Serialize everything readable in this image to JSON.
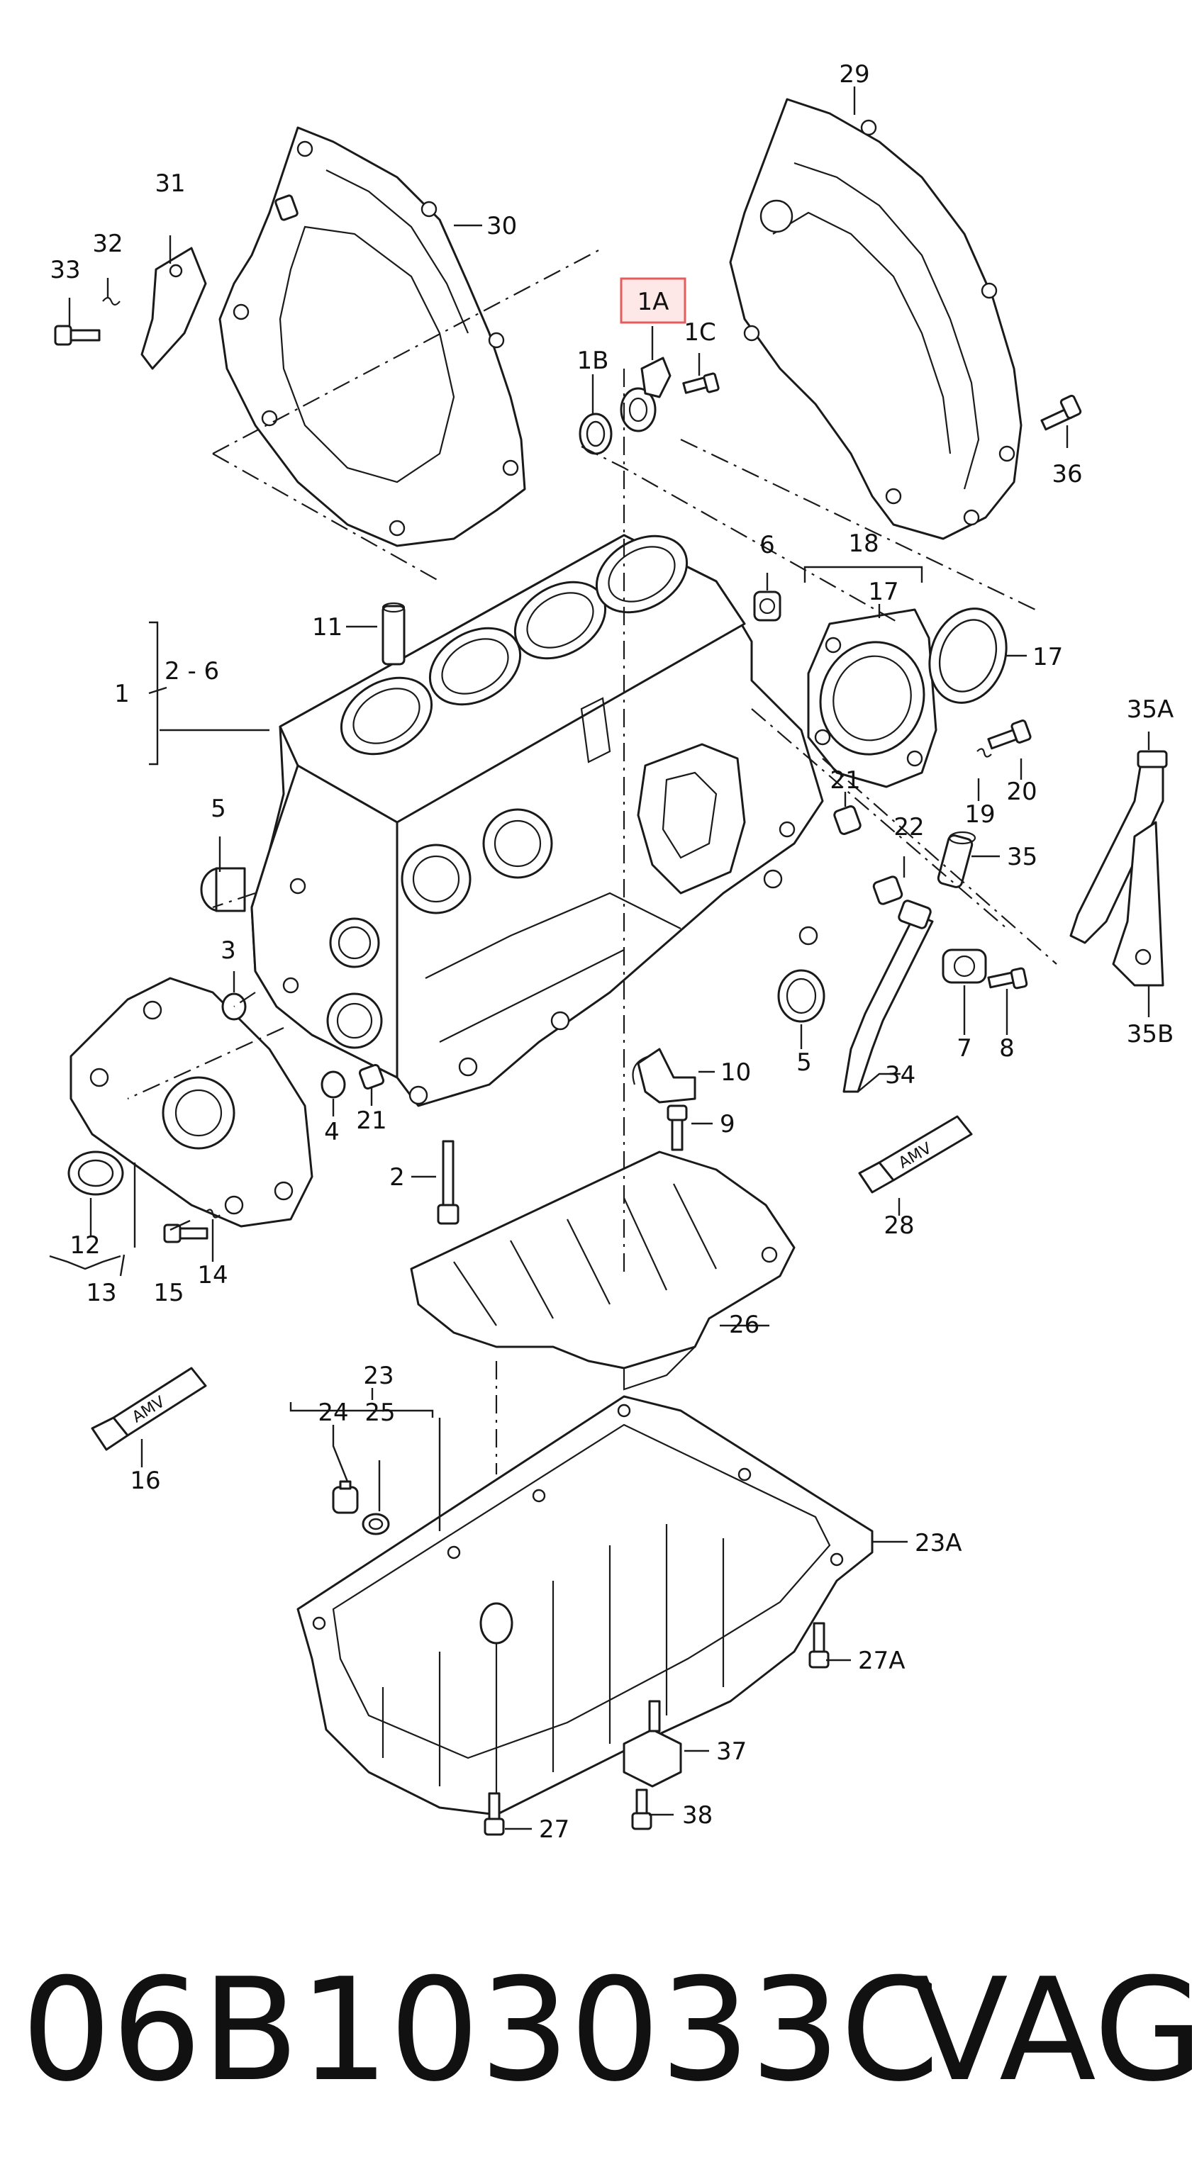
{
  "labels": {
    "l1": "1",
    "l1A": "1A",
    "l1B": "1B",
    "l1C": "1C",
    "l2_6": "2 - 6",
    "l2": "2",
    "l3": "3",
    "l4": "4",
    "l5a": "5",
    "l5b": "5",
    "l6": "6",
    "l7": "7",
    "l8": "8",
    "l9": "9",
    "l10": "10",
    "l11": "11",
    "l12": "12",
    "l13": "13",
    "l14": "14",
    "l15": "15",
    "l16": "16",
    "l17a": "17",
    "l17b": "17",
    "l18": "18",
    "l19": "19",
    "l20": "20",
    "l21a": "21",
    "l21b": "21",
    "l22": "22",
    "l23": "23",
    "l23A": "23A",
    "l24": "24",
    "l25": "25",
    "l26": "26",
    "l27": "27",
    "l27A": "27A",
    "l28": "28",
    "l29": "29",
    "l30": "30",
    "l31": "31",
    "l32": "32",
    "l33": "33",
    "l34": "34",
    "l35": "35",
    "l35A": "35A",
    "l35B": "35B",
    "l36": "36",
    "l37": "37",
    "l38": "38"
  },
  "tube_text": "AMV",
  "highlight_color": "#e35d5d",
  "footer": {
    "part_number": "06B103033C",
    "brand": "VAG"
  }
}
